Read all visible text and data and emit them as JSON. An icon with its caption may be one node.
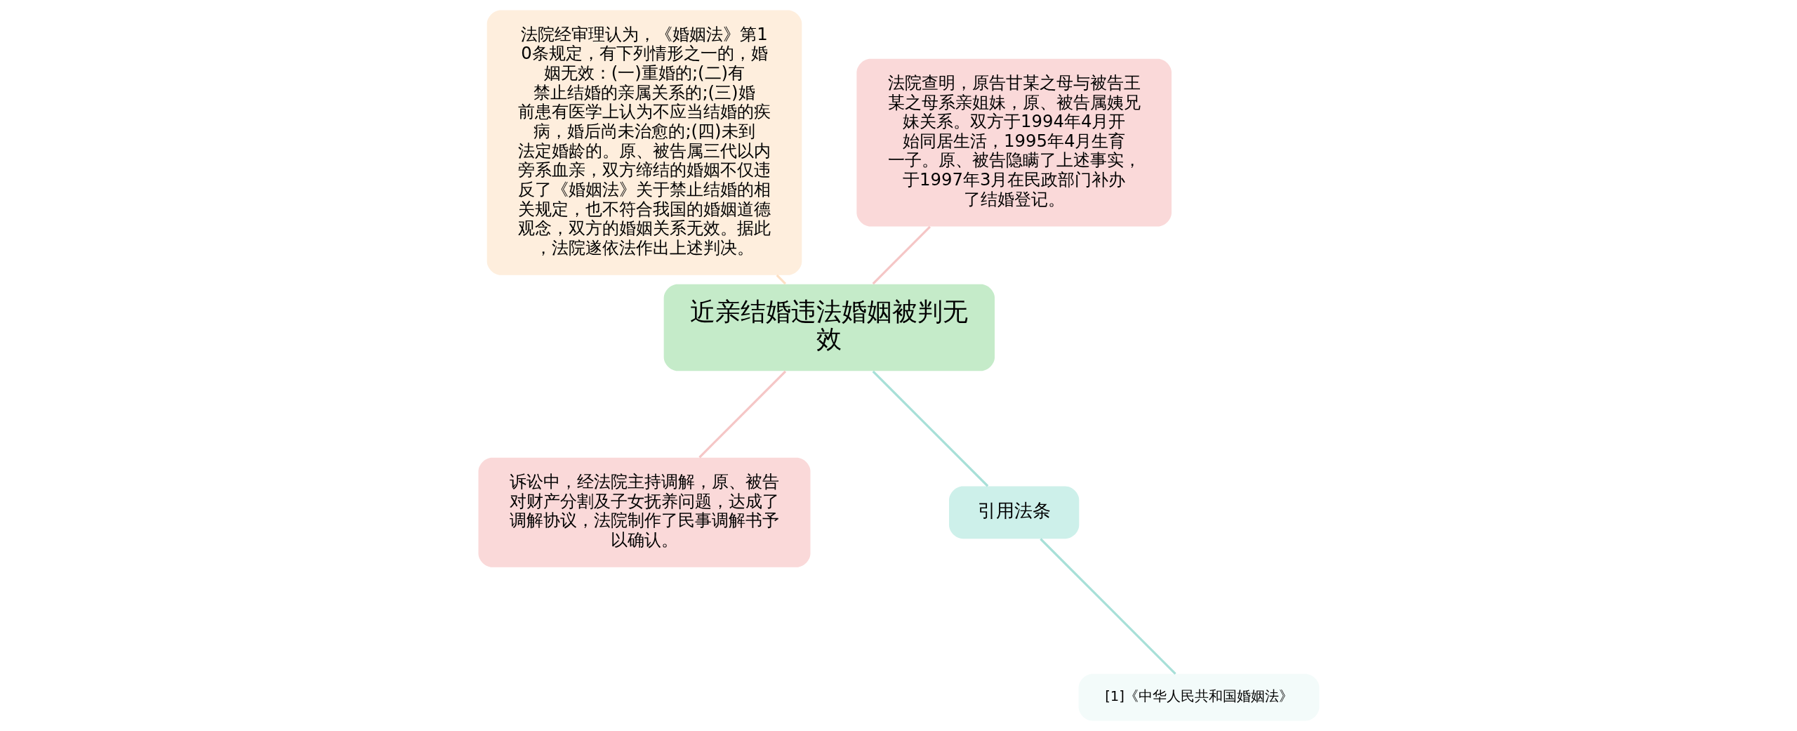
{
  "diagram": {
    "nodes": [
      {
        "text": [
          "近亲结婚违法婚姻被判无效"
        ]
      },
      {
        "text": [
          "法院查明，原告甘某之母与被告王某之母系亲姐妹，原、被告属姨兄妹关系。双方于1994年4月开始同居生活，1995年4月生育一子。原、被告隐瞒了上述事实，于1997年3月在民政部门补办了结婚登记。"
        ]
      },
      {
        "text": [
          "法院经审理认为，《婚姻法》第10条规定，有下列情形之一的，婚姻无效：(一)重婚的;(二)有禁止结婚的亲属关系的;(三)婚前患有医学上认为不应当结婚的疾病，婚后尚未治愈的;(四)未到法定婚龄的。原、被告属三代以内旁系血亲，双方缔结的婚姻不仅违反了《婚姻法》关于禁止结婚的相关规定，也不符合我国的婚姻道德观念，双方的婚姻关系无效。据此，法院遂依法作出上述判决。"
        ]
      },
      {
        "text": [
          "诉讼中，经法院主持调解，原、被告对财产分割及子女抚养问题，达成了调解协议，法院制作了民事调解书予以确认。"
        ]
      },
      {
        "text": [
          "引用法条"
        ]
      },
      {
        "text": [
          "[1]《中华人民共和国婚姻法》"
        ]
      }
    ],
    "edges": [
      {
        "from": 0,
        "to": 1,
        "arrow": "none",
        "color": "#f5c6c6"
      },
      {
        "from": 0,
        "to": 2,
        "arrow": "none",
        "color": "#fde0c4"
      },
      {
        "from": 0,
        "to": 3,
        "arrow": "none",
        "color": "#f5c6c6"
      },
      {
        "from": 0,
        "to": 4,
        "arrow": "none",
        "color": "#a8e0d8"
      },
      {
        "from": 4,
        "to": 5,
        "arrow": "none",
        "color": "#a8e0d8"
      }
    ]
  }
}
